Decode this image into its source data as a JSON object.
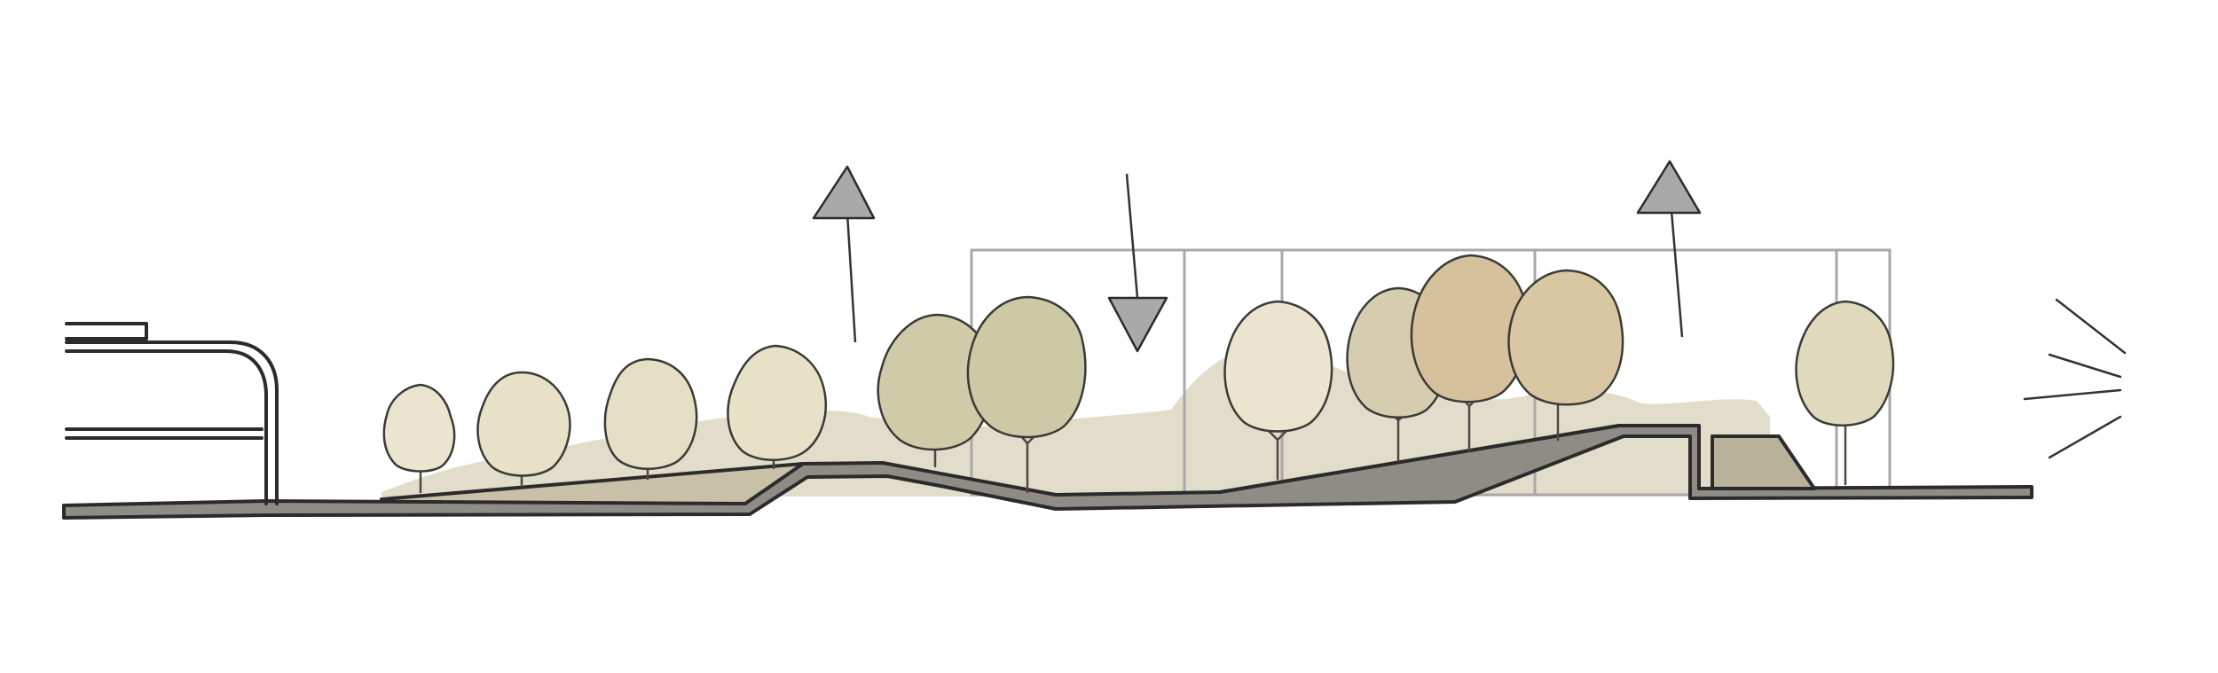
{
  "drawing": {
    "type": "landscape cross-section sketch",
    "colors": {
      "background": "#ffffff",
      "ground": "#8f8c86",
      "ground_outline": "#2b2b2b",
      "understory": "#ddd7c2",
      "berm_fill": "#c8c1a8",
      "block_fill": "#b8b29a",
      "frame": "#a8a8a8",
      "arrow_fill": "#a9a9a9"
    },
    "elements": {
      "building": "building-outline",
      "arrows": [
        "up-arrow",
        "down-arrow",
        "up-arrow"
      ],
      "wind_lines": 4
    },
    "trees": [
      {
        "name": "tree-1",
        "color": "#ebe5cf"
      },
      {
        "name": "tree-2",
        "color": "#e8e1c8"
      },
      {
        "name": "tree-3",
        "color": "#e5dfc5"
      },
      {
        "name": "tree-4",
        "color": "#e8e1c8"
      },
      {
        "name": "tree-5",
        "color": "#cfcaa8"
      },
      {
        "name": "tree-6",
        "color": "#cdc9a6"
      },
      {
        "name": "tree-7",
        "color": "#ebe5cf"
      },
      {
        "name": "tree-8",
        "color": "#d6cdb0"
      },
      {
        "name": "tree-9",
        "color": "#d5c19c"
      },
      {
        "name": "tree-10",
        "color": "#d9c6a2"
      },
      {
        "name": "tree-11",
        "color": "#e0d9bd"
      }
    ]
  }
}
